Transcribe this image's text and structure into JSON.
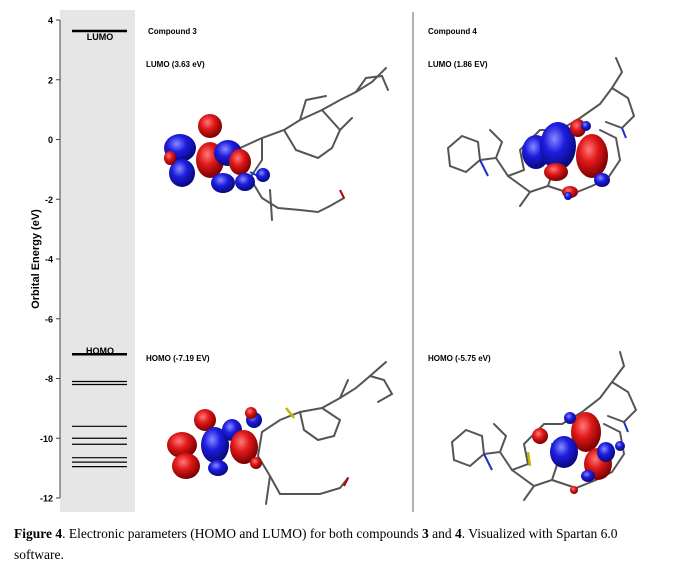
{
  "chart_data": {
    "type": "energy-level-diagram",
    "ylabel": "Orbital Energy (eV)",
    "ylim": [
      -12,
      4
    ],
    "y_ticks": [
      "4",
      "2",
      "0",
      "-2",
      "-4",
      "-6",
      "-8",
      "-10",
      "-12"
    ],
    "levels_ev": [
      3.63,
      -7.19,
      -8.1,
      -8.2,
      -9.6,
      -10.0,
      -10.2,
      -10.65,
      -10.8,
      -10.95
    ],
    "level_labels": {
      "lumo": "LUMO",
      "homo": "HOMO"
    }
  },
  "panels": [
    {
      "compound": "Compound 3",
      "lumo": "LUMO (3.63 eV)",
      "homo": "HOMO (-7.19 EV)"
    },
    {
      "compound": "Compound 4",
      "lumo": "LUMO (1.86 EV)",
      "homo": "HOMO (-5.75 eV)"
    }
  ],
  "caption": {
    "fig": "Figure 4",
    "t1": ". Electronic parameters (HOMO and LUMO) for both compounds ",
    "b1": "3",
    "t2": " and ",
    "b2": "4",
    "t3": ". Visualized with Spartan 6.0 software."
  }
}
